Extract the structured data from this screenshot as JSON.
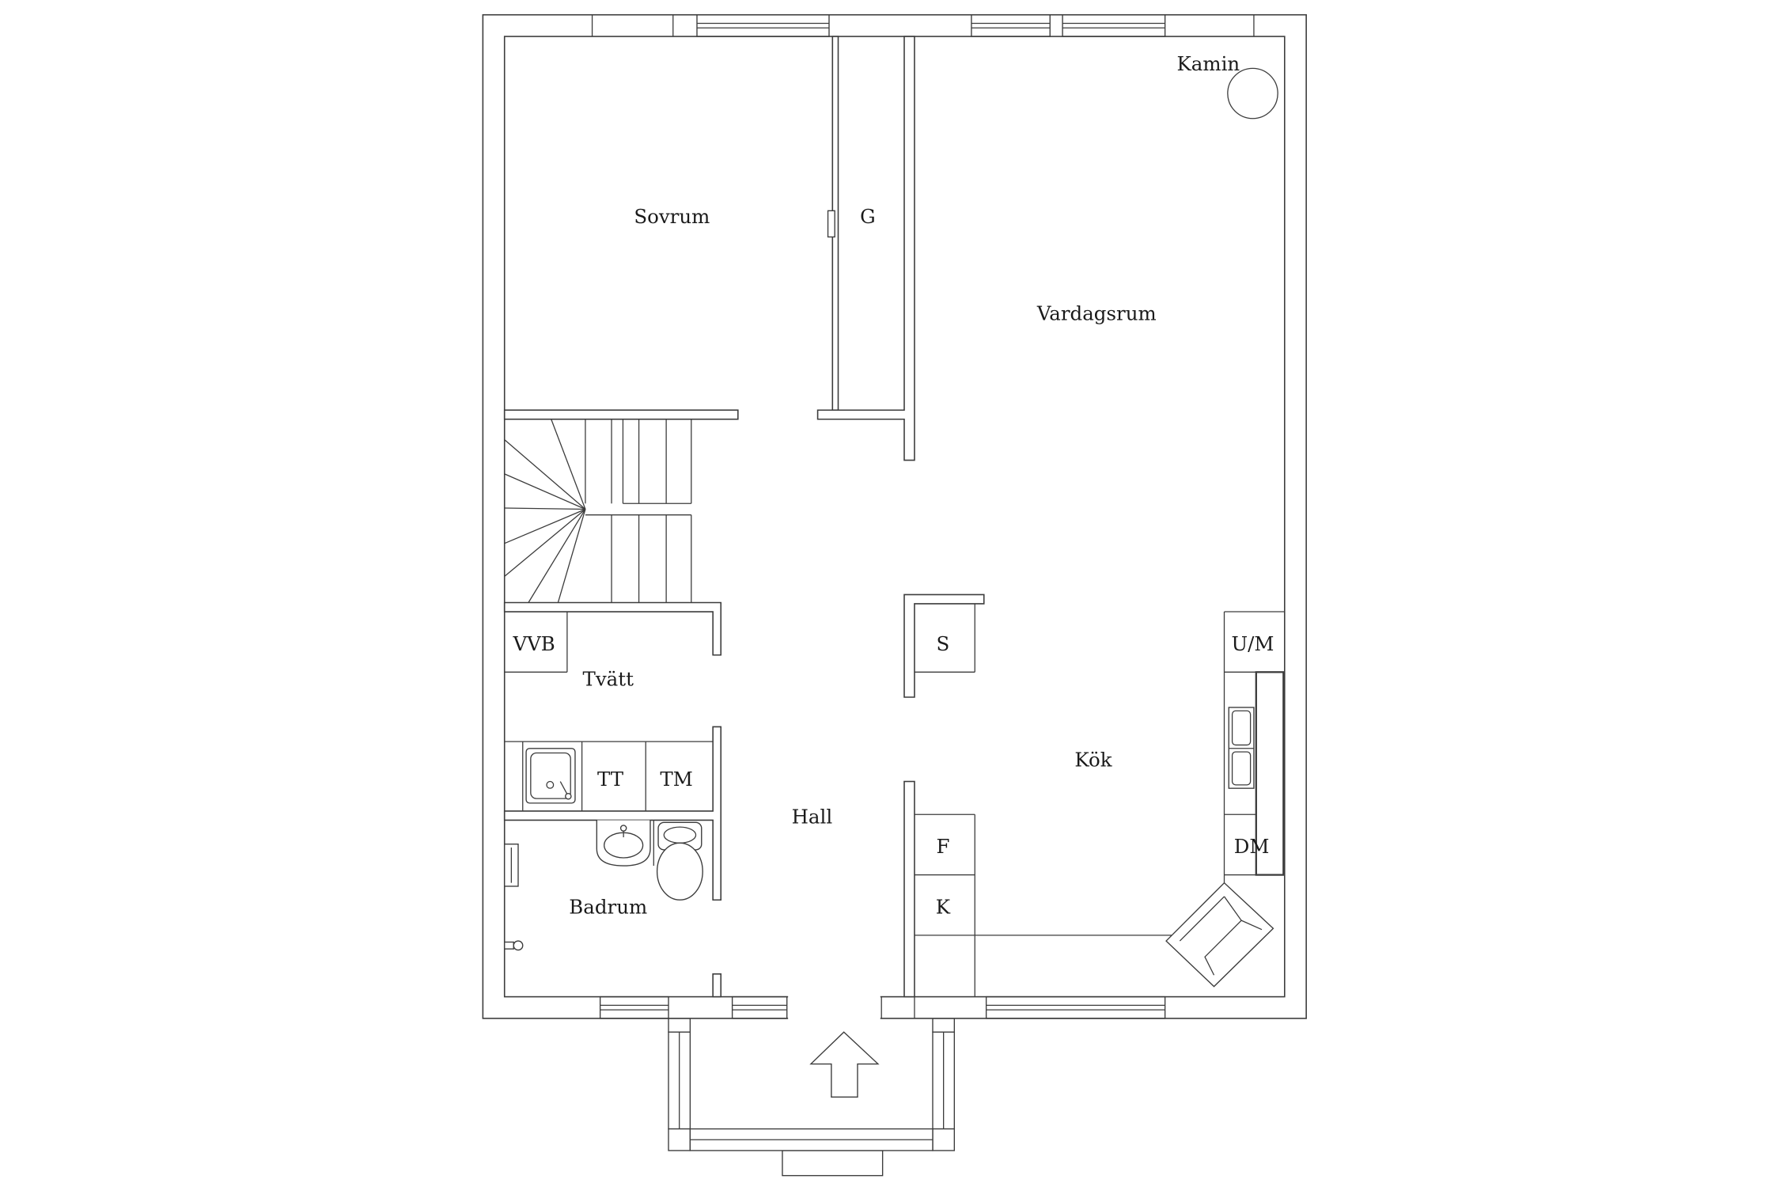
{
  "plan": {
    "labels": {
      "sovrum": "Sovrum",
      "g": "G",
      "vardagsrum": "Vardagsrum",
      "kamin": "Kamin",
      "vvb": "VVB",
      "tvatt": "Tvätt",
      "tt": "TT",
      "tm": "TM",
      "hall": "Hall",
      "badrum": "Badrum",
      "s": "S",
      "um": "U/M",
      "kok": "Kök",
      "f": "F",
      "k": "K",
      "dm": "DM"
    }
  },
  "colors": {
    "line": "#3c3c3c",
    "text": "#1a1a1a",
    "background": "#ffffff"
  },
  "icons": {
    "fireplace": "fireplace-icon",
    "entrance": "entrance-arrow-icon",
    "laundry_sink": "sink-icon",
    "washbasin": "washbasin-icon",
    "toilet": "toilet-icon",
    "kitchen_sink": "kitchen-sink-icon",
    "stove": "stove-icon",
    "towel_warmer": "towel-warmer-icon",
    "shower_tap": "shower-tap-icon",
    "staircase": "staircase-icon"
  }
}
